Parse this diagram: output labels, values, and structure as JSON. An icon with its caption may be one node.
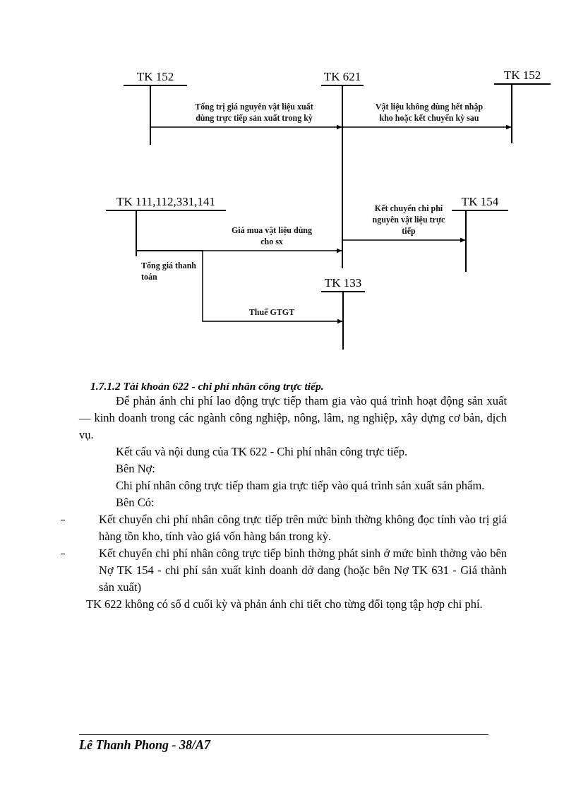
{
  "diagram": {
    "nodes": [
      {
        "text": [
          "TK 152"
        ]
      },
      {
        "text": [
          "TK 621"
        ]
      },
      {
        "text": [
          "TK 152"
        ]
      },
      {
        "text": [
          "TK 111,112,331,141"
        ]
      },
      {
        "text": [
          "TK 154"
        ]
      },
      {
        "text": [
          "TK 133"
        ]
      }
    ],
    "edges": [
      {
        "from": 0,
        "to": 1,
        "arrow": "to",
        "label": "Tổng trị giá nguyên vật liệu xuất dùng trực tiếp sản xuất trong kỳ"
      },
      {
        "from": 1,
        "to": 2,
        "arrow": "to",
        "label": "Vật liệu không dùng hết nhập kho hoặc kết chuyển kỳ sau"
      },
      {
        "from": 3,
        "to": 1,
        "arrow": "to",
        "label": "Giá mua vật liệu dùng cho sx"
      },
      {
        "from": 3,
        "to": 5,
        "arrow": "to",
        "label": "Thuế GTGT"
      },
      {
        "from": 1,
        "to": 4,
        "arrow": "to",
        "label": "Kết chuyển chi phí nguyên vật liệu trực tiếp"
      }
    ],
    "labels": [
      "Tổng giá thanh toán",
      "1.7.1.2 Tài khoản 622 - chi phí nhân công trực tiếp.",
      "Để phản ánh chi phí lao động trực tiếp tham gia vào quá trình hoạt động sản xuất — kinh doanh trong các ngành công nghiệp, nông, lâm, ng nghiệp, xây dựng cơ bản, dịch vụ.",
      "Kết cấu và nội dung của TK 622 - Chi phí nhân công trực tiếp.",
      "Bên Nợ:",
      "Chi phí nhân công trực tiếp tham gia trực tiếp vào quá trình sản xuất sản phẩm.",
      "Bên Có:",
      "Kết chuyển chi phí nhân công trực tiếp trên mức bình thờng không đọc tính vào trị giá hàng tồn kho, tính vào giá vốn hàng bán trong kỳ.",
      "Kết chuyển chi phí nhân công trực tiếp bình thờng phát sinh ở mức bình thờng vào bên Nợ TK 154 - chi phí sản xuất kinh doanh dở dang (hoặc bên Nợ TK 631 - Giá thành sản xuất)",
      "TK 622 không có số d cuối kỳ và phản ánh chi tiết cho từng đối tọng tập hợp chi phí.",
      "Lê Thanh Phong - 38/A7"
    ]
  }
}
